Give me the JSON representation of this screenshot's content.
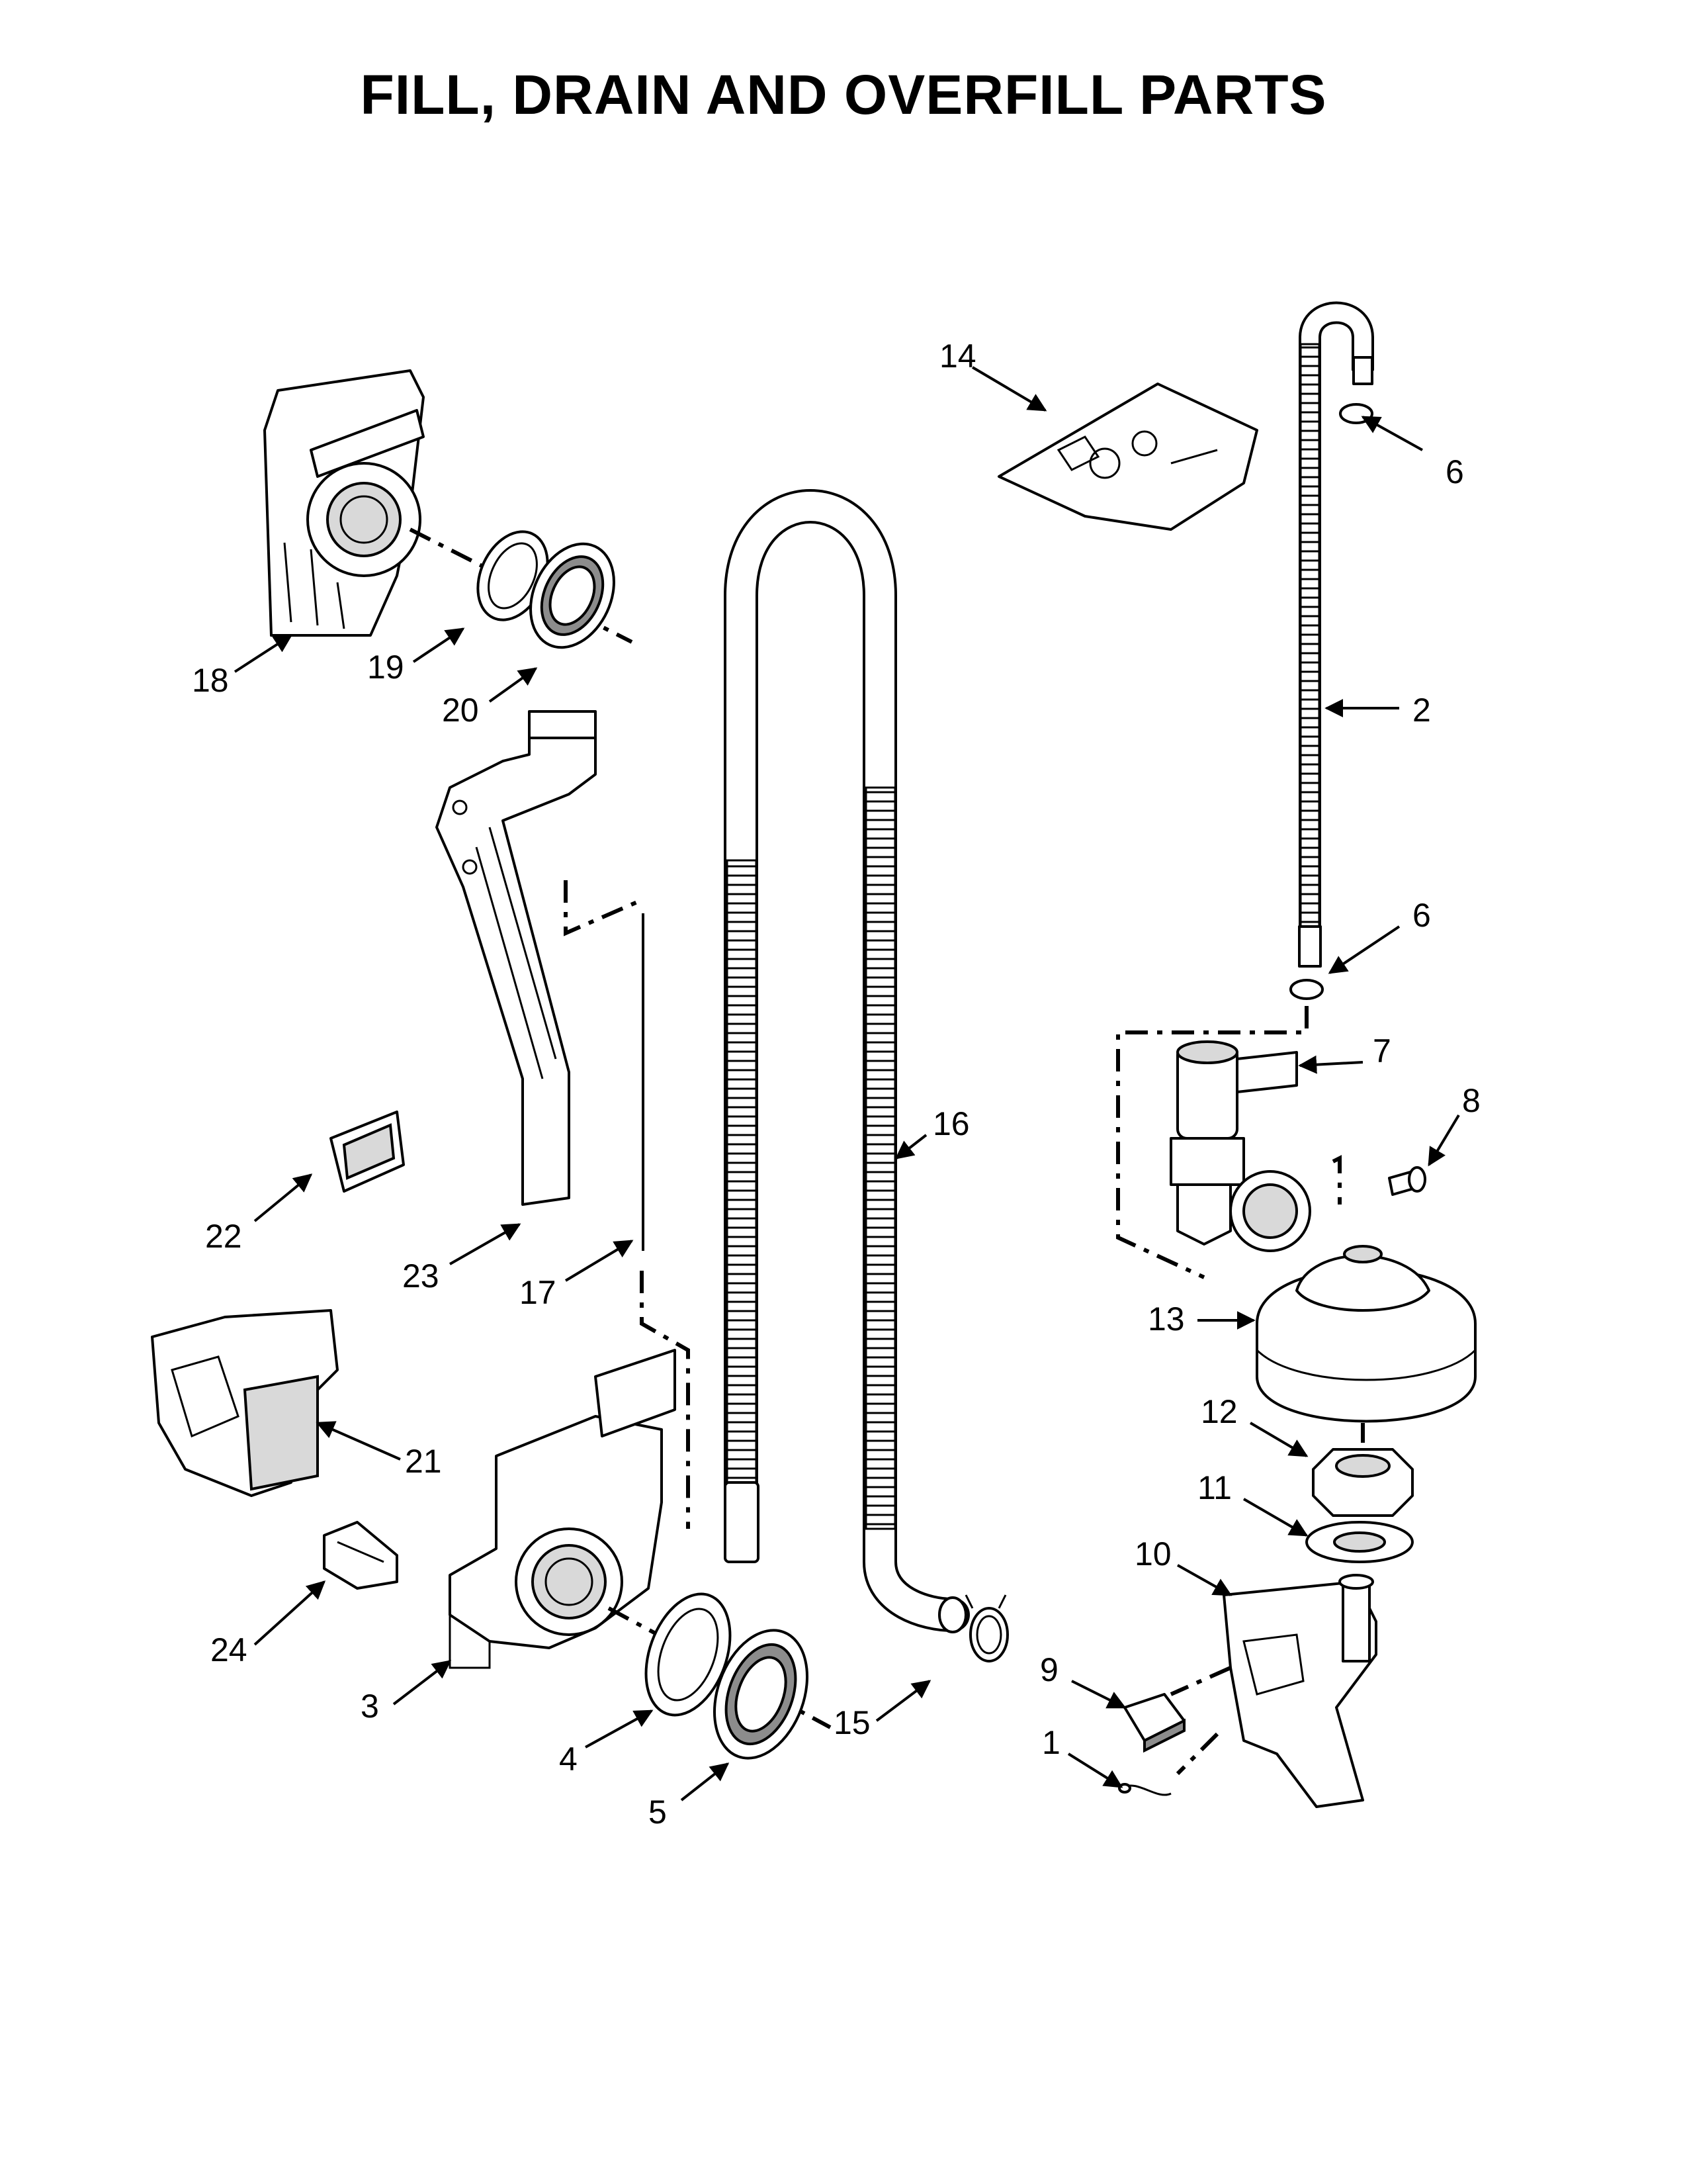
{
  "title": "FILL, DRAIN AND OVERFILL PARTS",
  "callouts": [
    {
      "id": "c14",
      "label": "14"
    },
    {
      "id": "c6a",
      "label": "6"
    },
    {
      "id": "c18",
      "label": "18"
    },
    {
      "id": "c19",
      "label": "19"
    },
    {
      "id": "c20",
      "label": "20"
    },
    {
      "id": "c2",
      "label": "2"
    },
    {
      "id": "c6b",
      "label": "6"
    },
    {
      "id": "c7",
      "label": "7"
    },
    {
      "id": "c8",
      "label": "8"
    },
    {
      "id": "c16",
      "label": "16"
    },
    {
      "id": "c22",
      "label": "22"
    },
    {
      "id": "c23",
      "label": "23"
    },
    {
      "id": "c17",
      "label": "17"
    },
    {
      "id": "c13",
      "label": "13"
    },
    {
      "id": "c21",
      "label": "21"
    },
    {
      "id": "c12",
      "label": "12"
    },
    {
      "id": "c11",
      "label": "11"
    },
    {
      "id": "c10",
      "label": "10"
    },
    {
      "id": "c24",
      "label": "24"
    },
    {
      "id": "c9",
      "label": "9"
    },
    {
      "id": "c3",
      "label": "3"
    },
    {
      "id": "c15",
      "label": "15"
    },
    {
      "id": "c1",
      "label": "1"
    },
    {
      "id": "c4",
      "label": "4"
    },
    {
      "id": "c5",
      "label": "5"
    }
  ]
}
